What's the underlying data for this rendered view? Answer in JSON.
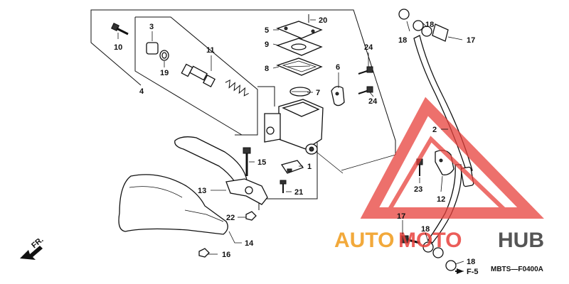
{
  "diagram": {
    "callouts": {
      "c1": "1",
      "c2": "2",
      "c3": "3",
      "c4": "4",
      "c5": "5",
      "c6": "6",
      "c7": "7",
      "c8": "8",
      "c9": "9",
      "c10": "10",
      "c11": "11",
      "c12": "12",
      "c13": "13",
      "c14": "14",
      "c15": "15",
      "c16": "16",
      "c17a": "17",
      "c17b": "17",
      "c18a": "18",
      "c18b": "18",
      "c18c": "18",
      "c18d": "18",
      "c19": "19",
      "c20": "20",
      "c21": "21",
      "c22": "22",
      "c23": "23",
      "c24a": "24",
      "c24b": "24"
    },
    "direction_label": "FR.",
    "reference_label": "F-5",
    "drawing_code": "MBTS—F0400A"
  },
  "watermark": {
    "text_part1": "AUTO",
    "text_part2": "MOTO",
    "text_part3": "HUB",
    "colors": {
      "red": "#e8413c",
      "orange": "#f2a93b",
      "gray": "#555555"
    }
  }
}
